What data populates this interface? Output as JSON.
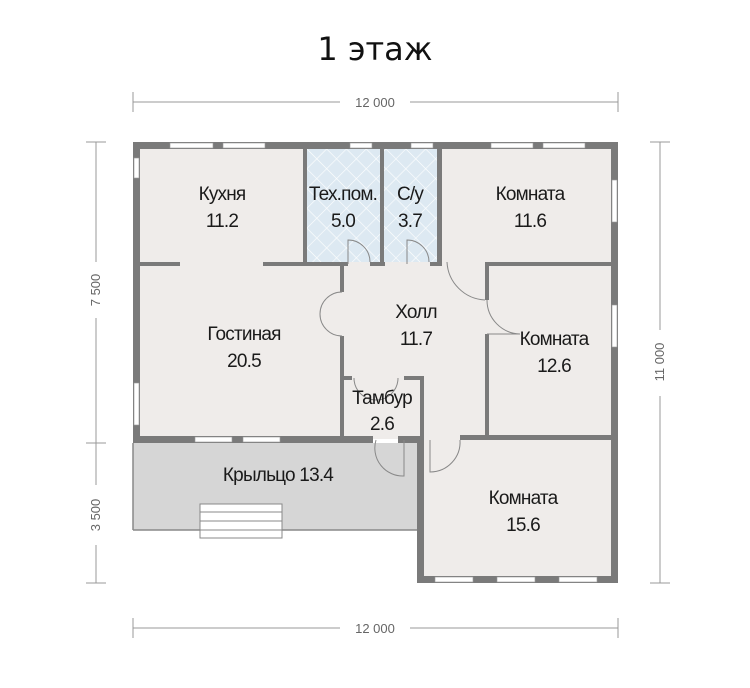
{
  "title": "1 этаж",
  "dimensions": {
    "top": "12 000",
    "bottom": "12 000",
    "left_upper": "7 500",
    "left_lower": "3 500",
    "right": "11 000"
  },
  "rooms": [
    {
      "name": "Кухня",
      "area": "11.2"
    },
    {
      "name": "Тех.пом.",
      "area": "5.0"
    },
    {
      "name": "С/у",
      "area": "3.7"
    },
    {
      "name": "Комната",
      "area": "11.6"
    },
    {
      "name": "Гостиная",
      "area": "20.5"
    },
    {
      "name": "Холл",
      "area": "11.7"
    },
    {
      "name": "Комната",
      "area": "12.6"
    },
    {
      "name": "Тамбур",
      "area": "2.6"
    },
    {
      "name": "Комната",
      "area": "15.6"
    }
  ],
  "porch": {
    "label": "Крыльцо 13.4"
  },
  "colors": {
    "floor": "#efecea",
    "wet": "#dde9f2",
    "porch": "#d6d6d6",
    "wall": "#7a7a7a"
  }
}
